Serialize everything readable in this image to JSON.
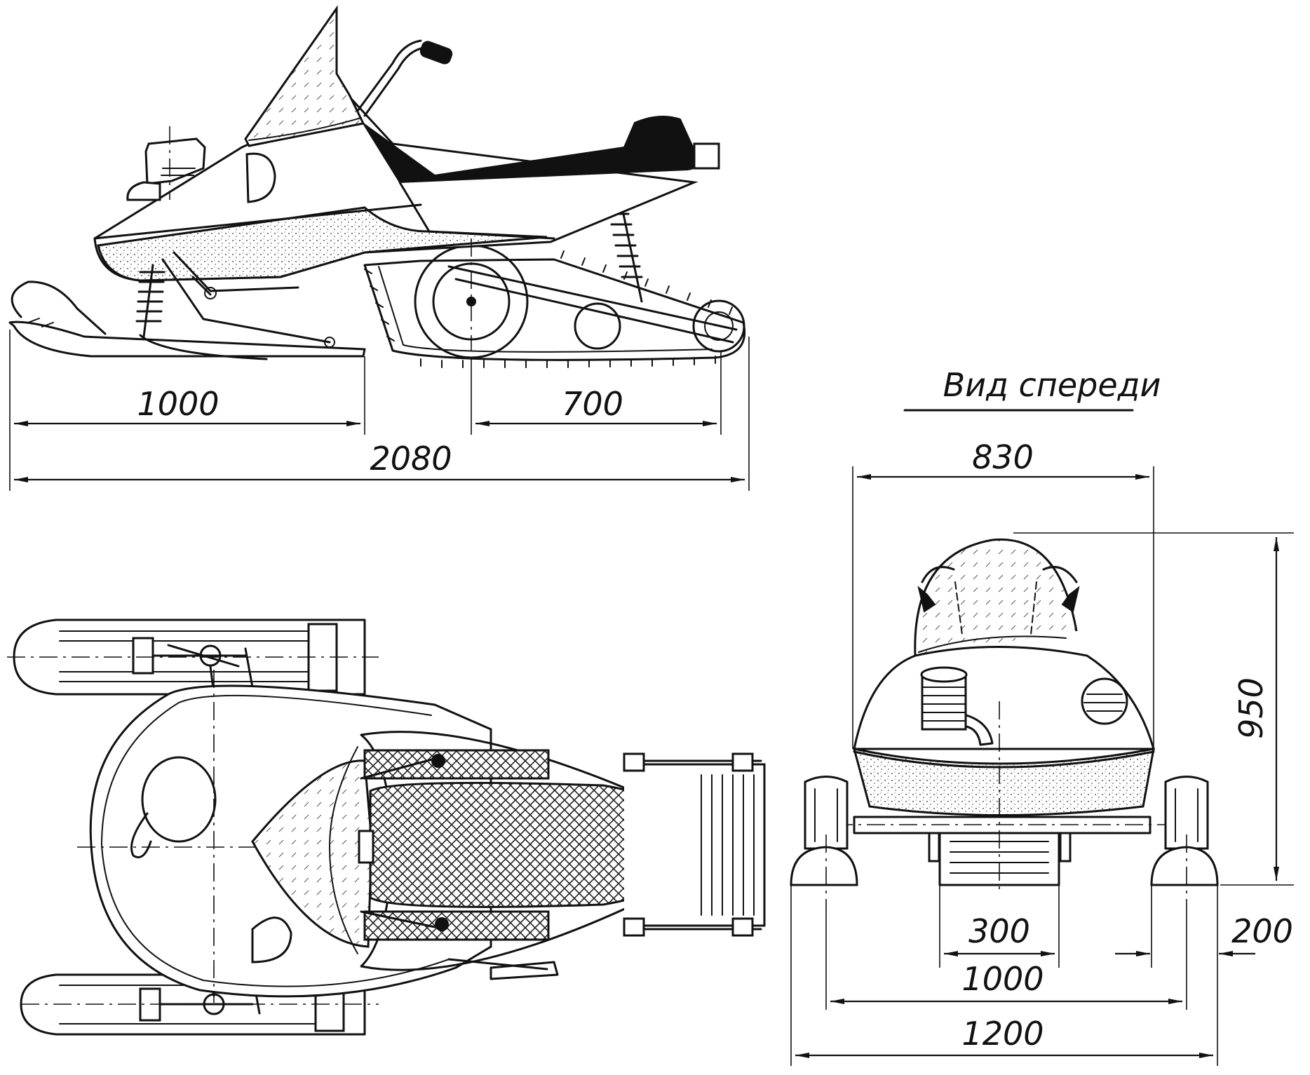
{
  "title": "",
  "views": {
    "front_view_title": "Вид спереди"
  },
  "dimensions": {
    "side_ski_length": "1000",
    "side_track_base": "700",
    "side_overall_length": "2080",
    "front_body_width": "830",
    "front_height": "950",
    "front_track_width": "300",
    "front_ski_width": "200",
    "front_ski_track": "1000",
    "front_overall_width": "1200"
  },
  "colors": {
    "ink": "#111111",
    "paper": "#ffffff",
    "stipple": "#8a8a8a"
  }
}
